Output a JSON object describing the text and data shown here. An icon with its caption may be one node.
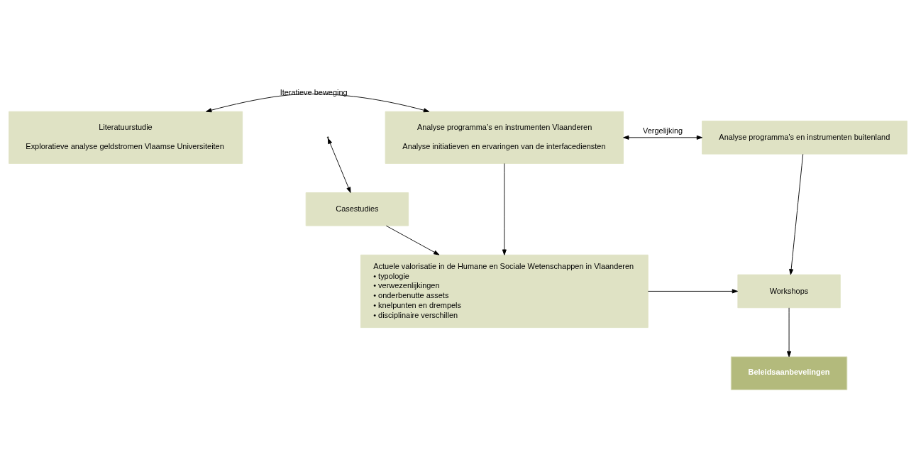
{
  "diagram": {
    "nodes": [
      {
        "text": [
          "Literatuurstudie",
          "Exploratieve analyse geldstromen Vlaamse Universiteiten"
        ]
      },
      {
        "text": [
          "Analyse programma’s en instrumenten Vlaanderen",
          "Analyse initiatieven en ervaringen van de interfacediensten"
        ]
      },
      {
        "text": [
          "Analyse programma’s en instrumenten buitenland"
        ]
      },
      {
        "text": [
          "Casestudies"
        ]
      },
      {
        "text": [
          "Actuele valorisatie in de Humane en Sociale Wetenschappen in Vlaanderen",
          "• typologie",
          "• verwezenlijkingen",
          "• onderbenutte assets",
          "• knelpunten en drempels",
          "• disciplinaire verschillen"
        ]
      },
      {
        "text": [
          "Workshops"
        ]
      },
      {
        "text": [
          "Beleidsaanbevelingen"
        ]
      }
    ],
    "edges": [
      {
        "from": 0,
        "to": 1,
        "arrow": "both",
        "label": "Iteratieve beweging"
      },
      {
        "from": null,
        "to": 3,
        "arrow": "both"
      },
      {
        "from": 1,
        "to": 2,
        "arrow": "both",
        "label": "Vergelijking"
      },
      {
        "from": 3,
        "to": 4,
        "arrow": "to"
      },
      {
        "from": 1,
        "to": 4,
        "arrow": "to"
      },
      {
        "from": 2,
        "to": 5,
        "arrow": "to"
      },
      {
        "from": 4,
        "to": 5,
        "arrow": "to"
      },
      {
        "from": 5,
        "to": 6,
        "arrow": "to"
      }
    ]
  }
}
